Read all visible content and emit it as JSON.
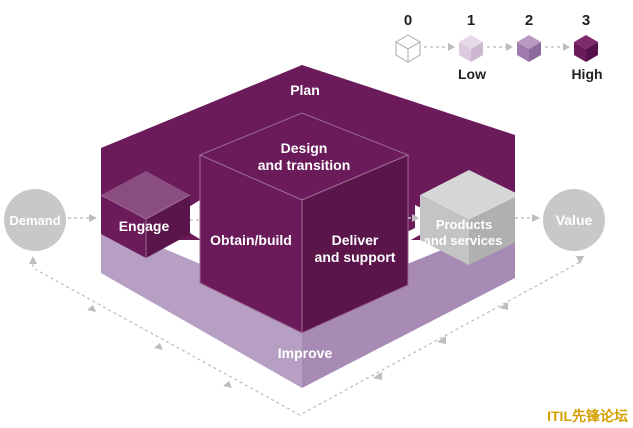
{
  "legend": {
    "items": [
      {
        "number": "0",
        "label": ""
      },
      {
        "number": "1",
        "label": "Low"
      },
      {
        "number": "2",
        "label": ""
      },
      {
        "number": "3",
        "label": "High"
      }
    ],
    "colors": [
      "#ffffff",
      "#dcc9de",
      "#a07cae",
      "#6b1a5a"
    ]
  },
  "activities": {
    "plan": "Plan",
    "design_line1": "Design",
    "design_line2": "and transition",
    "engage": "Engage",
    "obtain": "Obtain/build",
    "deliver_line1": "Deliver",
    "deliver_line2": "and support",
    "improve": "Improve"
  },
  "endpoints": {
    "demand": "Demand",
    "value": "Value",
    "products_line1": "Products",
    "products_line2": "and services"
  },
  "watermark": "ITIL先锋论坛",
  "colors": {
    "dark_purple": "#6b1a5a",
    "dark_purple_side": "#5a154b",
    "light_purple": "#b79ec3",
    "engage_top": "#8a4d7f",
    "grey_circle": "#c8c8c8",
    "grey_cube_top": "#cfcfcf",
    "grey_cube_front": "#bdbdbd"
  }
}
